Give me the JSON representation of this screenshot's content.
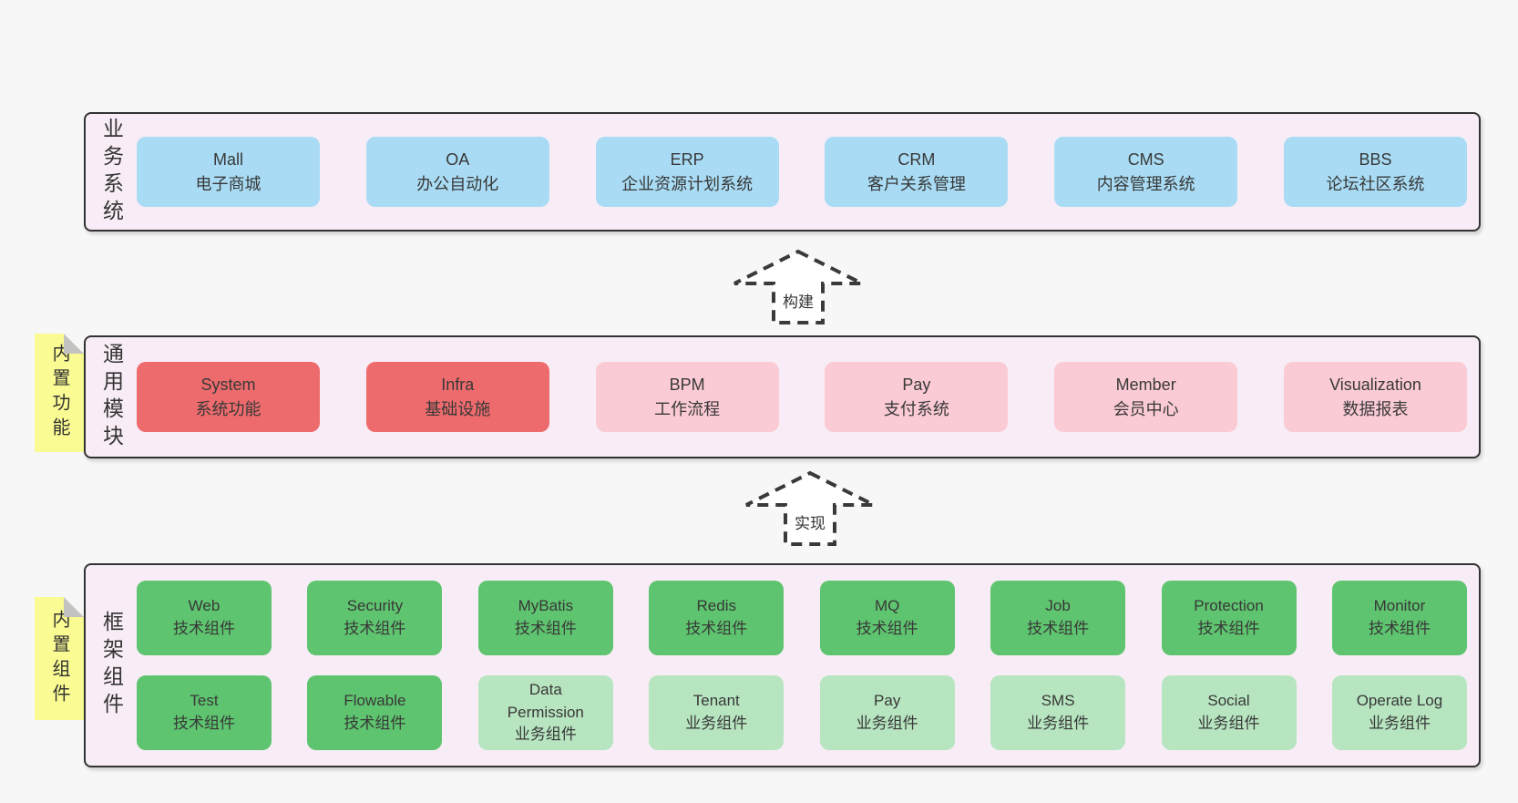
{
  "colors": {
    "page-bg": "#f7f7f7",
    "panel-bg": "#f8edf6",
    "panel-border": "#333333",
    "box-blue": "#a9dcf4",
    "box-red": "#ee6b6d",
    "box-pink": "#fbcbd5",
    "box-green-dark": "#5ec46f",
    "box-green-light": "#b7e5c0",
    "note-bg": "#fafb92",
    "note-fold": "#c2c2c2",
    "text": "#383838",
    "arrow-stroke": "#3a3a3a",
    "arrow-fill": "#ffffff"
  },
  "arrows": [
    {
      "label": "构建"
    },
    {
      "label": "实现"
    }
  ],
  "bands": [
    {
      "id": "business-systems",
      "label": "业务系统",
      "rows": [
        [
          {
            "name": "Mall",
            "desc": "电子商城",
            "variant": "blue"
          },
          {
            "name": "OA",
            "desc": "办公自动化",
            "variant": "blue"
          },
          {
            "name": "ERP",
            "desc": "企业资源计划系统",
            "variant": "blue"
          },
          {
            "name": "CRM",
            "desc": "客户关系管理",
            "variant": "blue"
          },
          {
            "name": "CMS",
            "desc": "内容管理系统",
            "variant": "blue"
          },
          {
            "name": "BBS",
            "desc": "论坛社区系统",
            "variant": "blue"
          }
        ]
      ]
    },
    {
      "id": "common-modules",
      "label": "通用模块",
      "note": "内置功能",
      "rows": [
        [
          {
            "name": "System",
            "desc": "系统功能",
            "variant": "red"
          },
          {
            "name": "Infra",
            "desc": "基础设施",
            "variant": "red"
          },
          {
            "name": "BPM",
            "desc": "工作流程",
            "variant": "pink"
          },
          {
            "name": "Pay",
            "desc": "支付系统",
            "variant": "pink"
          },
          {
            "name": "Member",
            "desc": "会员中心",
            "variant": "pink"
          },
          {
            "name": "Visualization",
            "desc": "数据报表",
            "variant": "pink"
          }
        ]
      ]
    },
    {
      "id": "framework-components",
      "label": "框架组件",
      "note": "内置组件",
      "rows": [
        [
          {
            "name": "Web",
            "desc": "技术组件",
            "variant": "green-dark"
          },
          {
            "name": "Security",
            "desc": "技术组件",
            "variant": "green-dark"
          },
          {
            "name": "MyBatis",
            "desc": "技术组件",
            "variant": "green-dark"
          },
          {
            "name": "Redis",
            "desc": "技术组件",
            "variant": "green-dark"
          },
          {
            "name": "MQ",
            "desc": "技术组件",
            "variant": "green-dark"
          },
          {
            "name": "Job",
            "desc": "技术组件",
            "variant": "green-dark"
          },
          {
            "name": "Protection",
            "desc": "技术组件",
            "variant": "green-dark"
          },
          {
            "name": "Monitor",
            "desc": "技术组件",
            "variant": "green-dark"
          }
        ],
        [
          {
            "name": "Test",
            "desc": "技术组件",
            "variant": "green-dark"
          },
          {
            "name": "Flowable",
            "desc": "技术组件",
            "variant": "green-dark"
          },
          {
            "name": "Data Permission",
            "desc": "业务组件",
            "variant": "green-light"
          },
          {
            "name": "Tenant",
            "desc": "业务组件",
            "variant": "green-light"
          },
          {
            "name": "Pay",
            "desc": "业务组件",
            "variant": "green-light"
          },
          {
            "name": "SMS",
            "desc": "业务组件",
            "variant": "green-light"
          },
          {
            "name": "Social",
            "desc": "业务组件",
            "variant": "green-light"
          },
          {
            "name": "Operate Log",
            "desc": "业务组件",
            "variant": "green-light"
          }
        ]
      ]
    }
  ]
}
